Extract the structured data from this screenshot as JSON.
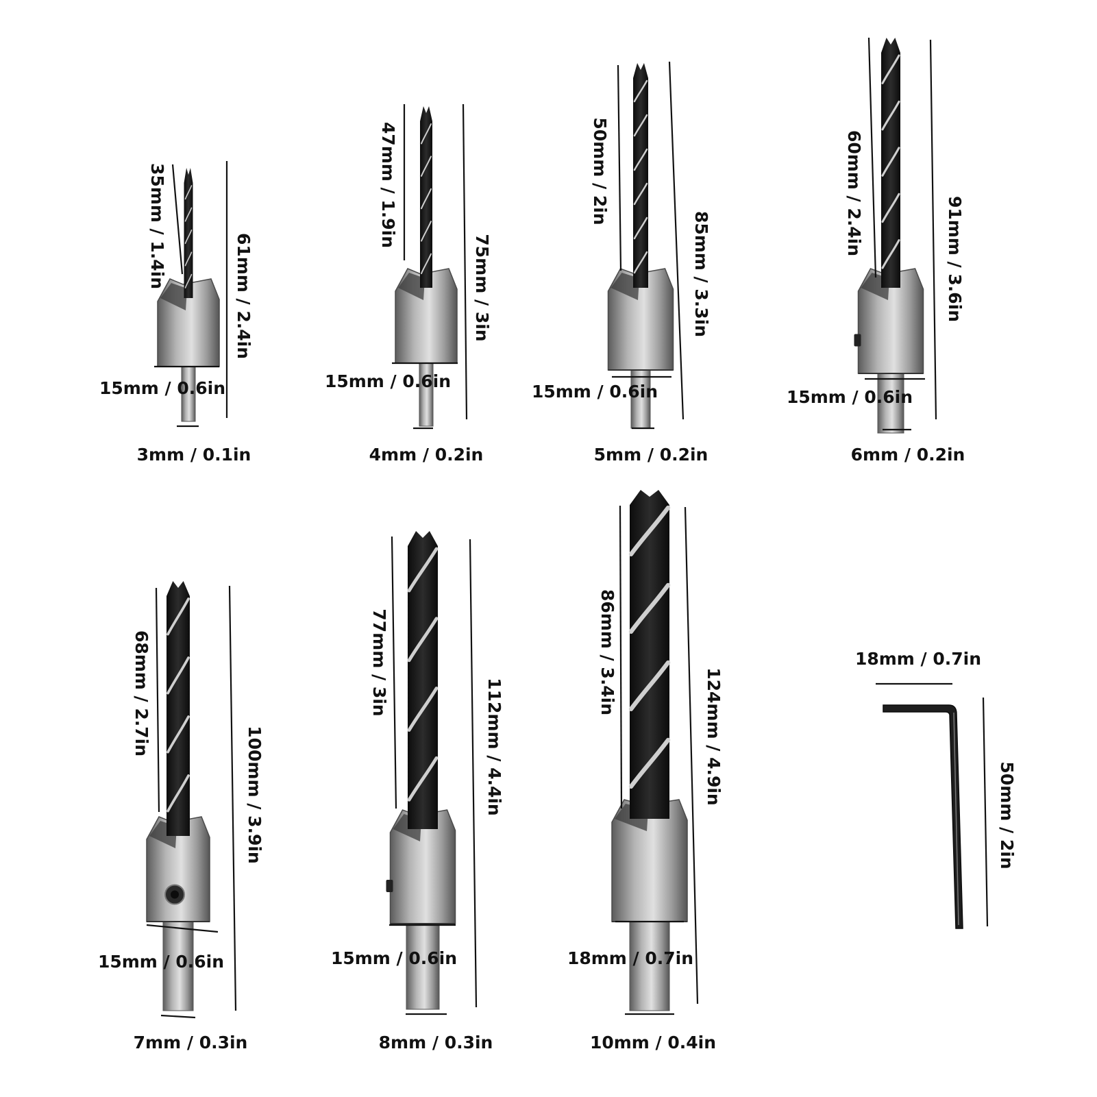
{
  "colors": {
    "background": "#ffffff",
    "label": "#111111",
    "flute_dark": "#1c1c1c",
    "flute_highlight": "#c8c8c8",
    "steel_light": "#d9d9d9",
    "steel_mid": "#9a9a9a",
    "steel_dark": "#5c5c5c"
  },
  "bits": [
    {
      "name": "3mm bit",
      "flute_length": "35mm / 1.4in",
      "total_length": "61mm / 2.4in",
      "countersink_diameter": "15mm / 0.6in",
      "shank_diameter": "3mm / 0.1in"
    },
    {
      "name": "4mm bit",
      "flute_length": "47mm / 1.9in",
      "total_length": "75mm / 3in",
      "countersink_diameter": "15mm / 0.6in",
      "shank_diameter": "4mm / 0.2in"
    },
    {
      "name": "5mm bit",
      "flute_length": "50mm / 2in",
      "total_length": "85mm / 3.3in",
      "countersink_diameter": "15mm / 0.6in",
      "shank_diameter": "5mm / 0.2in"
    },
    {
      "name": "6mm bit",
      "flute_length": "60mm / 2.4in",
      "total_length": "91mm / 3.6in",
      "countersink_diameter": "15mm / 0.6in",
      "shank_diameter": "6mm / 0.2in"
    },
    {
      "name": "7mm bit",
      "flute_length": "68mm / 2.7in",
      "total_length": "100mm / 3.9in",
      "countersink_diameter": "15mm / 0.6in",
      "shank_diameter": "7mm / 0.3in"
    },
    {
      "name": "8mm bit",
      "flute_length": "77mm / 3in",
      "total_length": "112mm / 4.4in",
      "countersink_diameter": "15mm / 0.6in",
      "shank_diameter": "8mm / 0.3in"
    },
    {
      "name": "10mm bit",
      "flute_length": "86mm / 3.4in",
      "total_length": "124mm / 4.9in",
      "countersink_diameter": "18mm / 0.7in",
      "shank_diameter": "10mm / 0.4in"
    }
  ],
  "hex_key": {
    "width": "18mm / 0.7in",
    "length": "50mm / 2in"
  }
}
